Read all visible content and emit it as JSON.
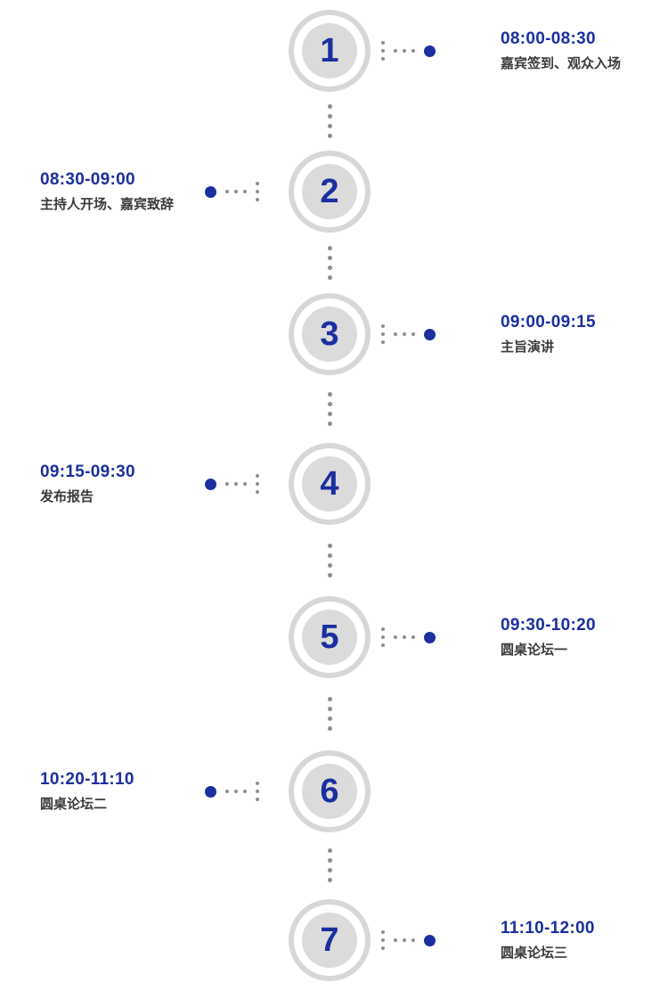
{
  "colors": {
    "accent_blue": "#1b2f9f",
    "dot_gray": "#8e8e8e",
    "circle_gray": "#dbdbdb",
    "ring_gray": "#d7d7d7"
  },
  "items": [
    {
      "number": "1",
      "time": "08:00-08:30",
      "desc": "嘉宾签到、观众入场"
    },
    {
      "number": "2",
      "time": "08:30-09:00",
      "desc": "主持人开场、嘉宾致辞"
    },
    {
      "number": "3",
      "time": "09:00-09:15",
      "desc": "主旨演讲"
    },
    {
      "number": "4",
      "time": "09:15-09:30",
      "desc": "发布报告"
    },
    {
      "number": "5",
      "time": "09:30-10:20",
      "desc": "圆桌论坛一"
    },
    {
      "number": "6",
      "time": "10:20-11:10",
      "desc": "圆桌论坛二"
    },
    {
      "number": "7",
      "time": "11:10-12:00",
      "desc": "圆桌论坛三"
    }
  ]
}
